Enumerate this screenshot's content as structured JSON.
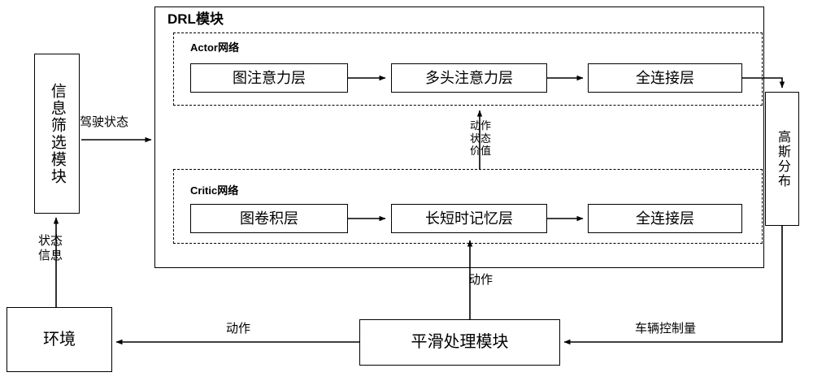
{
  "diagram": {
    "title": "DRL模块",
    "blocks": {
      "info_filter": "信息筛选模块",
      "actor_group_label": "Actor网络",
      "actor_1": "图注意力层",
      "actor_2": "多头注意力层",
      "actor_3": "全连接层",
      "critic_group_label": "Critic网络",
      "critic_1": "图卷积层",
      "critic_2": "长短时记忆层",
      "critic_3": "全连接层",
      "gaussian": "高斯分布",
      "environment": "环境",
      "smoothing": "平滑处理模块"
    },
    "edge_labels": {
      "driving_state": "驾驶状态",
      "state_info": "状态\n信息",
      "action_state_value": "动作\n状态\n价值",
      "action_up": "动作",
      "action_left": "动作",
      "vehicle_control": "车辆控制量"
    }
  }
}
